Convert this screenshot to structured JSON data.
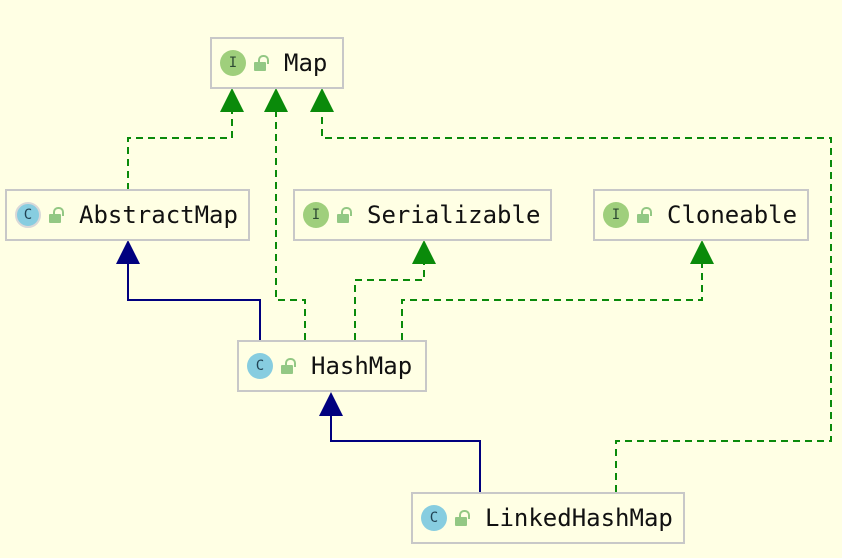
{
  "diagram": {
    "nodes": {
      "map": {
        "label": "Map",
        "kind_glyph": "I",
        "icon": "interface-icon"
      },
      "abstract_map": {
        "label": "AbstractMap",
        "kind_glyph": "C",
        "icon": "abstract-class-icon"
      },
      "serializable": {
        "label": "Serializable",
        "kind_glyph": "I",
        "icon": "interface-icon"
      },
      "cloneable": {
        "label": "Cloneable",
        "kind_glyph": "I",
        "icon": "interface-icon"
      },
      "hash_map": {
        "label": "HashMap",
        "kind_glyph": "C",
        "icon": "class-icon"
      },
      "linked_hash_map": {
        "label": "LinkedHashMap",
        "kind_glyph": "C",
        "icon": "class-icon"
      }
    },
    "edges": [
      {
        "from": "AbstractMap",
        "to": "Map",
        "type": "implements"
      },
      {
        "from": "HashMap",
        "to": "Map",
        "type": "implements"
      },
      {
        "from": "LinkedHashMap",
        "to": "Map",
        "type": "implements"
      },
      {
        "from": "HashMap",
        "to": "AbstractMap",
        "type": "extends"
      },
      {
        "from": "HashMap",
        "to": "Serializable",
        "type": "implements"
      },
      {
        "from": "HashMap",
        "to": "Cloneable",
        "type": "implements"
      },
      {
        "from": "LinkedHashMap",
        "to": "HashMap",
        "type": "extends"
      }
    ],
    "colors": {
      "background": "#ffffe4",
      "implements_edge": "#0a8a0a",
      "extends_edge": "#00007f",
      "node_border": "#c8c8c8",
      "interface_badge": "#9fcf7c",
      "class_badge": "#87cde0",
      "lock_icon": "#93c884"
    }
  }
}
